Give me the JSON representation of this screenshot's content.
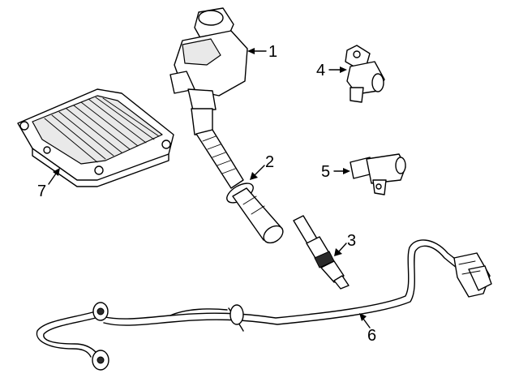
{
  "callouts": [
    {
      "number": "1",
      "part": "ignition-coil"
    },
    {
      "number": "2",
      "part": "coil-boot-extension"
    },
    {
      "number": "3",
      "part": "spark-plug"
    },
    {
      "number": "4",
      "part": "camshaft-position-sensor"
    },
    {
      "number": "5",
      "part": "crankshaft-position-sensor"
    },
    {
      "number": "6",
      "part": "knock-sensor-harness"
    },
    {
      "number": "7",
      "part": "engine-control-module"
    }
  ],
  "colors": {
    "line": "#000000",
    "background": "#ffffff",
    "shade": "#e9e9e9"
  }
}
